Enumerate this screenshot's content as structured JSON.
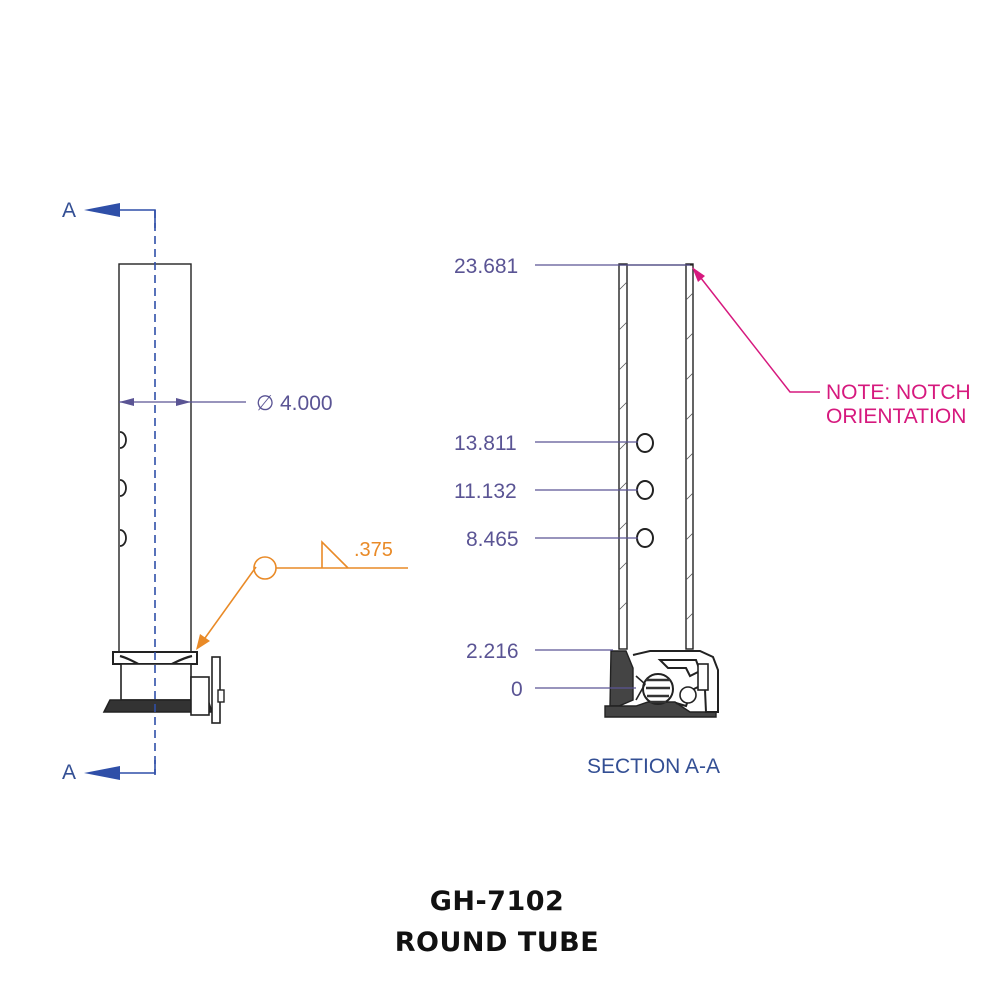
{
  "view_labels": {
    "cut_top": "A",
    "cut_bottom": "A"
  },
  "dimensions": {
    "diameter_symbol": "∅",
    "diameter_value": "4.000",
    "heights": [
      "23.681",
      "13.811",
      "11.132",
      "8.465",
      "2.216",
      "0"
    ]
  },
  "weld": {
    "size": ".375"
  },
  "note": {
    "line1": "NOTE: NOTCH",
    "line2": "ORIENTATION"
  },
  "section_label": "SECTION A-A",
  "title": {
    "part_number": "GH-7102",
    "name": "ROUND TUBE"
  },
  "colors": {
    "outline": "#222222",
    "section_line": "#2f4fa8",
    "dimension": "#5a5494",
    "weld_callout": "#e98a27",
    "note_leader": "#d6197e"
  }
}
